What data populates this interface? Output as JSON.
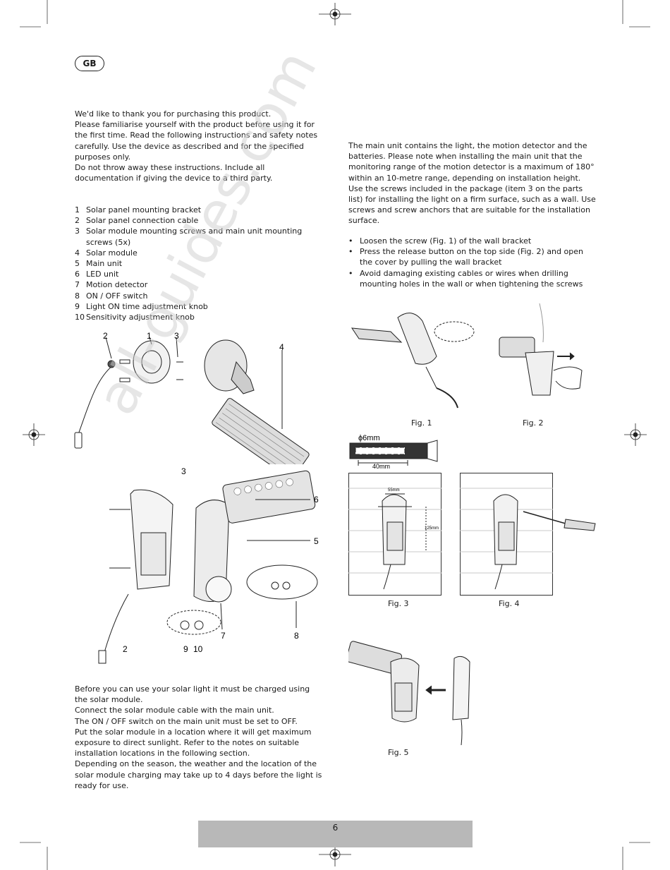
{
  "header": {
    "language_badge": "GB"
  },
  "intro": {
    "paragraph": "We'd like to thank you for purchasing this product.\nPlease familiarise yourself with the product before using it for\nthe first time. Read the following instructions and safety notes\ncarefully. Use the device as described and for the specified\npurposes only.\nDo not throw away these instructions. Include all\ndocumentation if giving the device to a third party."
  },
  "parts_list": [
    {
      "num": "1",
      "text": "Solar panel mounting bracket"
    },
    {
      "num": "2",
      "text": "Solar panel connection cable"
    },
    {
      "num": "3",
      "text": "Solar module mounting screws and main unit mounting\nscrews (5x)"
    },
    {
      "num": "4",
      "text": "Solar module"
    },
    {
      "num": "5",
      "text": "Main unit"
    },
    {
      "num": "6",
      "text": "LED unit"
    },
    {
      "num": "7",
      "text": "Motion detector"
    },
    {
      "num": "8",
      "text": "ON / OFF switch"
    },
    {
      "num": "9",
      "text": "Light ON time adjustment knob"
    },
    {
      "num": "10",
      "text": "Sensitivity adjustment knob"
    }
  ],
  "diagram_labels": {
    "top": [
      "2",
      "1",
      "3",
      "4"
    ],
    "bottom": [
      "3",
      "6",
      "5",
      "2",
      "9",
      "10",
      "7",
      "8"
    ]
  },
  "charging": {
    "paragraph": "Before you can use your solar light it must be charged using\nthe solar module.\nConnect the solar module cable with the main unit.\nThe ON / OFF switch on the main unit must be set to OFF.\nPut the solar module in a location where it will get maximum\nexposure to direct sunlight. Refer to the notes on suitable\ninstallation locations in the following section.\nDepending on the season, the weather and the location of the\nsolar module charging may take up to 4 days before the light is\nready for use."
  },
  "installation": {
    "paragraph": "The main unit contains the light, the motion detector and the\nbatteries. Please note when installing the main unit that the\nmonitoring range of the motion detector is a maximum of 180°\nwithin an 10-metre range, depending on installation height.\nUse the screws included in the package (item 3 on the parts\nlist) for installing the light on a firm surface, such as a wall. Use\nscrews and screw anchors that are suitable for the installation\nsurface.",
    "bullets": [
      "Loosen the screw (Fig. 1) of the wall bracket",
      "Press the release button on the top side (Fig. 2) and open\nthe cover by pulling the wall bracket",
      "Avoid damaging existing cables or wires when drilling\nmounting holes in the wall or when tightening the screws"
    ]
  },
  "figures": {
    "fig1": "Fig. 1",
    "fig2": "Fig. 2",
    "fig3": "Fig. 3",
    "fig4": "Fig. 4",
    "fig5": "Fig. 5",
    "drill_diameter": "ϕ6mm",
    "drill_depth": "40mm",
    "dim_width": "55mm",
    "dim_height": "125mm"
  },
  "footer": {
    "page_number": "6"
  },
  "watermark": "all-guides.com",
  "colors": {
    "page_bar": "#b8b8b8",
    "line_art": "#222222",
    "wall_lines": "#c8c8c8"
  }
}
